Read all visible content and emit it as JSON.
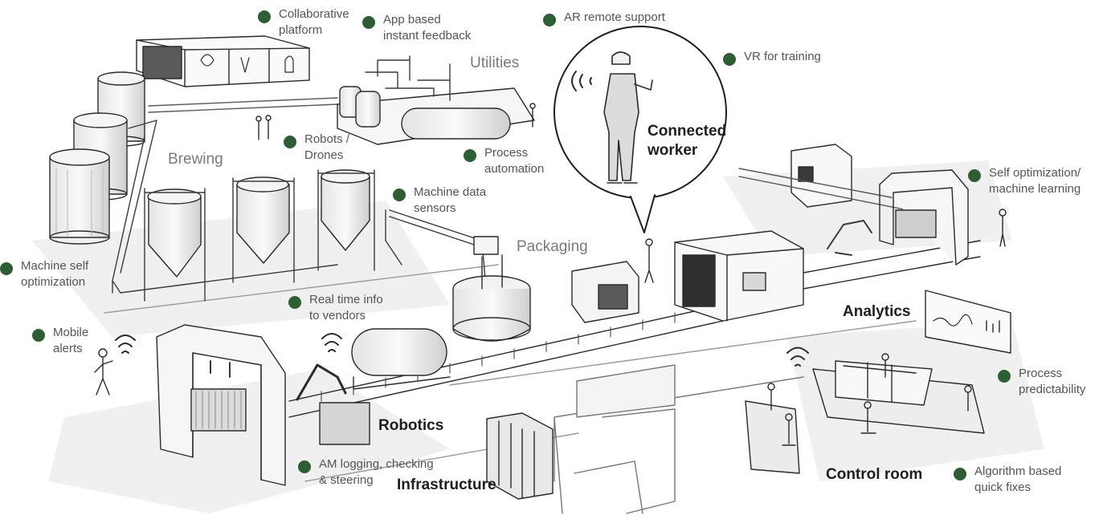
{
  "accent_color": "#2e5e33",
  "areas": {
    "utilities": "Utilities",
    "brewing": "Brewing",
    "packaging": "Packaging",
    "connected_worker": [
      "Connected",
      "worker"
    ],
    "analytics": "Analytics",
    "robotics": "Robotics",
    "infrastructure": "Infrastructure",
    "control_room": "Control room"
  },
  "callouts": {
    "collaborative_platform": [
      "Collaborative",
      "platform"
    ],
    "app_feedback": [
      "App based",
      "instant feedback"
    ],
    "ar_support": [
      "AR remote support"
    ],
    "vr_training": [
      "VR for training"
    ],
    "robots_drones": [
      "Robots /",
      "Drones"
    ],
    "process_automation": [
      "Process",
      "automation"
    ],
    "machine_data": [
      "Machine data",
      "sensors"
    ],
    "self_optimization": [
      "Self optimization/",
      "machine learning"
    ],
    "machine_self_opt": [
      "Machine self",
      "optimization"
    ],
    "realtime_vendors": [
      "Real time info",
      "to vendors"
    ],
    "mobile_alerts": [
      "Mobile",
      "alerts"
    ],
    "process_predictability": [
      "Process",
      "predictability"
    ],
    "am_logging": [
      "AM logging, checking",
      "& steering"
    ],
    "algorithm_fixes": [
      "Algorithm based",
      "quick fixes"
    ]
  }
}
